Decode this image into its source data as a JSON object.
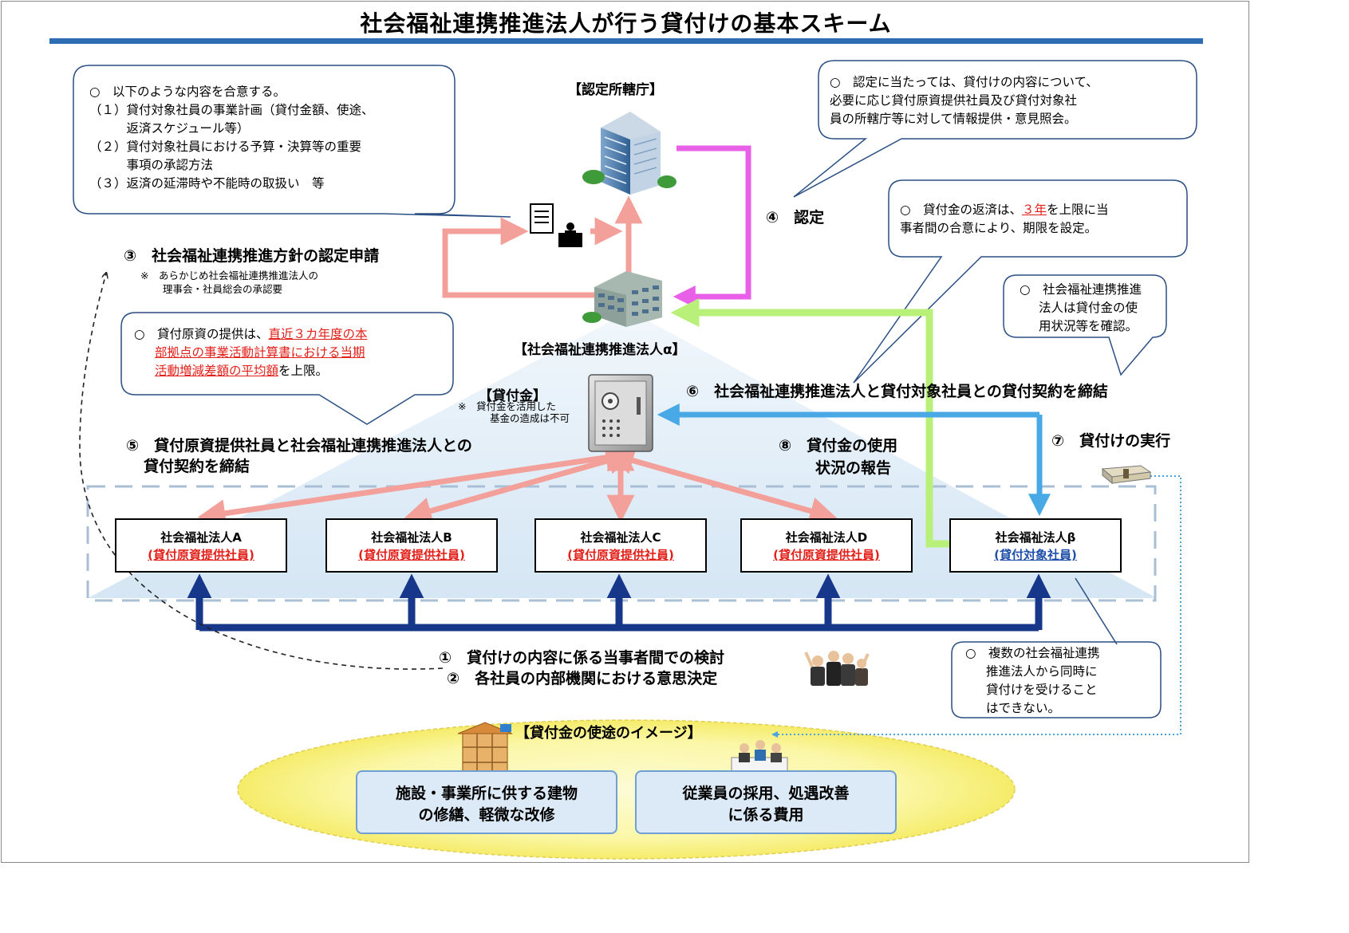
{
  "title": "社会福祉連携推進法人が行う貸付けの基本スキーム",
  "bubbles": {
    "agreement": {
      "intro": "○　以下のような内容を合意する。",
      "items": [
        "（１）貸付対象社員の事業計画（貸付金額、使途、",
        "　　　返済スケジュール等）",
        "（２）貸付対象社員における予算・決算等の重要",
        "　　　事項の承認方法",
        "（３）返済の延滞時や不能時の取扱い　等"
      ]
    },
    "certification": {
      "lines": [
        "○　認定に当たっては、貸付けの内容について、",
        "必要に応じ貸付原資提供社員及び貸付対象社",
        "員の所轄庁等に対して情報提供・意見照会。"
      ]
    },
    "repayment": {
      "prefix": "○　貸付金の返済は、",
      "highlight": "３年",
      "suffix": "を上限に当",
      "line2": "事者間の合意により、期限を設定。"
    },
    "usage_check": {
      "lines": [
        "○　社会福祉連携推進",
        "法人は貸付金の使",
        "用状況等を確認。"
      ]
    },
    "fund_limit": {
      "prefix": "○　貸付原資の提供は、",
      "highlight1": "直近３カ年度の本",
      "highlight2": "部拠点の事業活動計算書における当期",
      "highlight3": "活動増減差額の平均額",
      "suffix": "を上限。"
    },
    "multiple": {
      "lines": [
        "○　複数の社会福祉連携",
        "推進法人から同時に",
        "貸付けを受けること",
        "はできない。"
      ]
    }
  },
  "labels": {
    "authority": "【認定所轄庁】",
    "corp_alpha": "【社会福祉連携推進法人α】",
    "loan_fund": "【貸付金】",
    "loan_fund_note1": "※　貸付金を活用した",
    "loan_fund_note2": "基金の造成は不可",
    "usage_header": "【貸付金の使途のイメージ】"
  },
  "steps": {
    "s3": "③　社会福祉連携推進方針の認定申請",
    "s3_note1": "※　あらかじめ社会福祉連携推進法人の",
    "s3_note2": "理事会・社員総会の承認要",
    "s4": "④　認定",
    "s5_line1": "⑤　貸付原資提供社員と社会福祉連携推進法人との",
    "s5_line2": "貸付契約を締結",
    "s6": "⑥　社会福祉連携推進法人と貸付対象社員との貸付契約を締結",
    "s7": "⑦　貸付けの実行",
    "s8_line1": "⑧　貸付金の使用",
    "s8_line2": "状況の報告",
    "s1": "①　貸付けの内容に係る当事者間での検討",
    "s2": "②　各社員の内部機関における意思決定"
  },
  "corporations": [
    {
      "name": "社会福祉法人A",
      "role": "(貸付原資提供社員)",
      "role_color": "#e32019"
    },
    {
      "name": "社会福祉法人B",
      "role": "(貸付原資提供社員)",
      "role_color": "#e32019"
    },
    {
      "name": "社会福祉法人C",
      "role": "(貸付原資提供社員)",
      "role_color": "#e32019"
    },
    {
      "name": "社会福祉法人D",
      "role": "(貸付原資提供社員)",
      "role_color": "#e32019"
    },
    {
      "name": "社会福祉法人β",
      "role": "(貸付対象社員)",
      "role_color": "#1f4fa8"
    }
  ],
  "uses": [
    {
      "line1": "施設・事業所に供する建物",
      "line2": "の修繕、軽微な改修"
    },
    {
      "line1": "従業員の採用、処遇改善",
      "line2": "に係る費用"
    }
  ],
  "colors": {
    "accent_blue": "#2e6db4",
    "pink_arrow": "#f4a09a",
    "magenta_arrow": "#e860e8",
    "green_arrow": "#b8f07a",
    "sky_arrow": "#49a8e6",
    "navy_arrow": "#17378a",
    "highlight_red": "#e32019"
  }
}
